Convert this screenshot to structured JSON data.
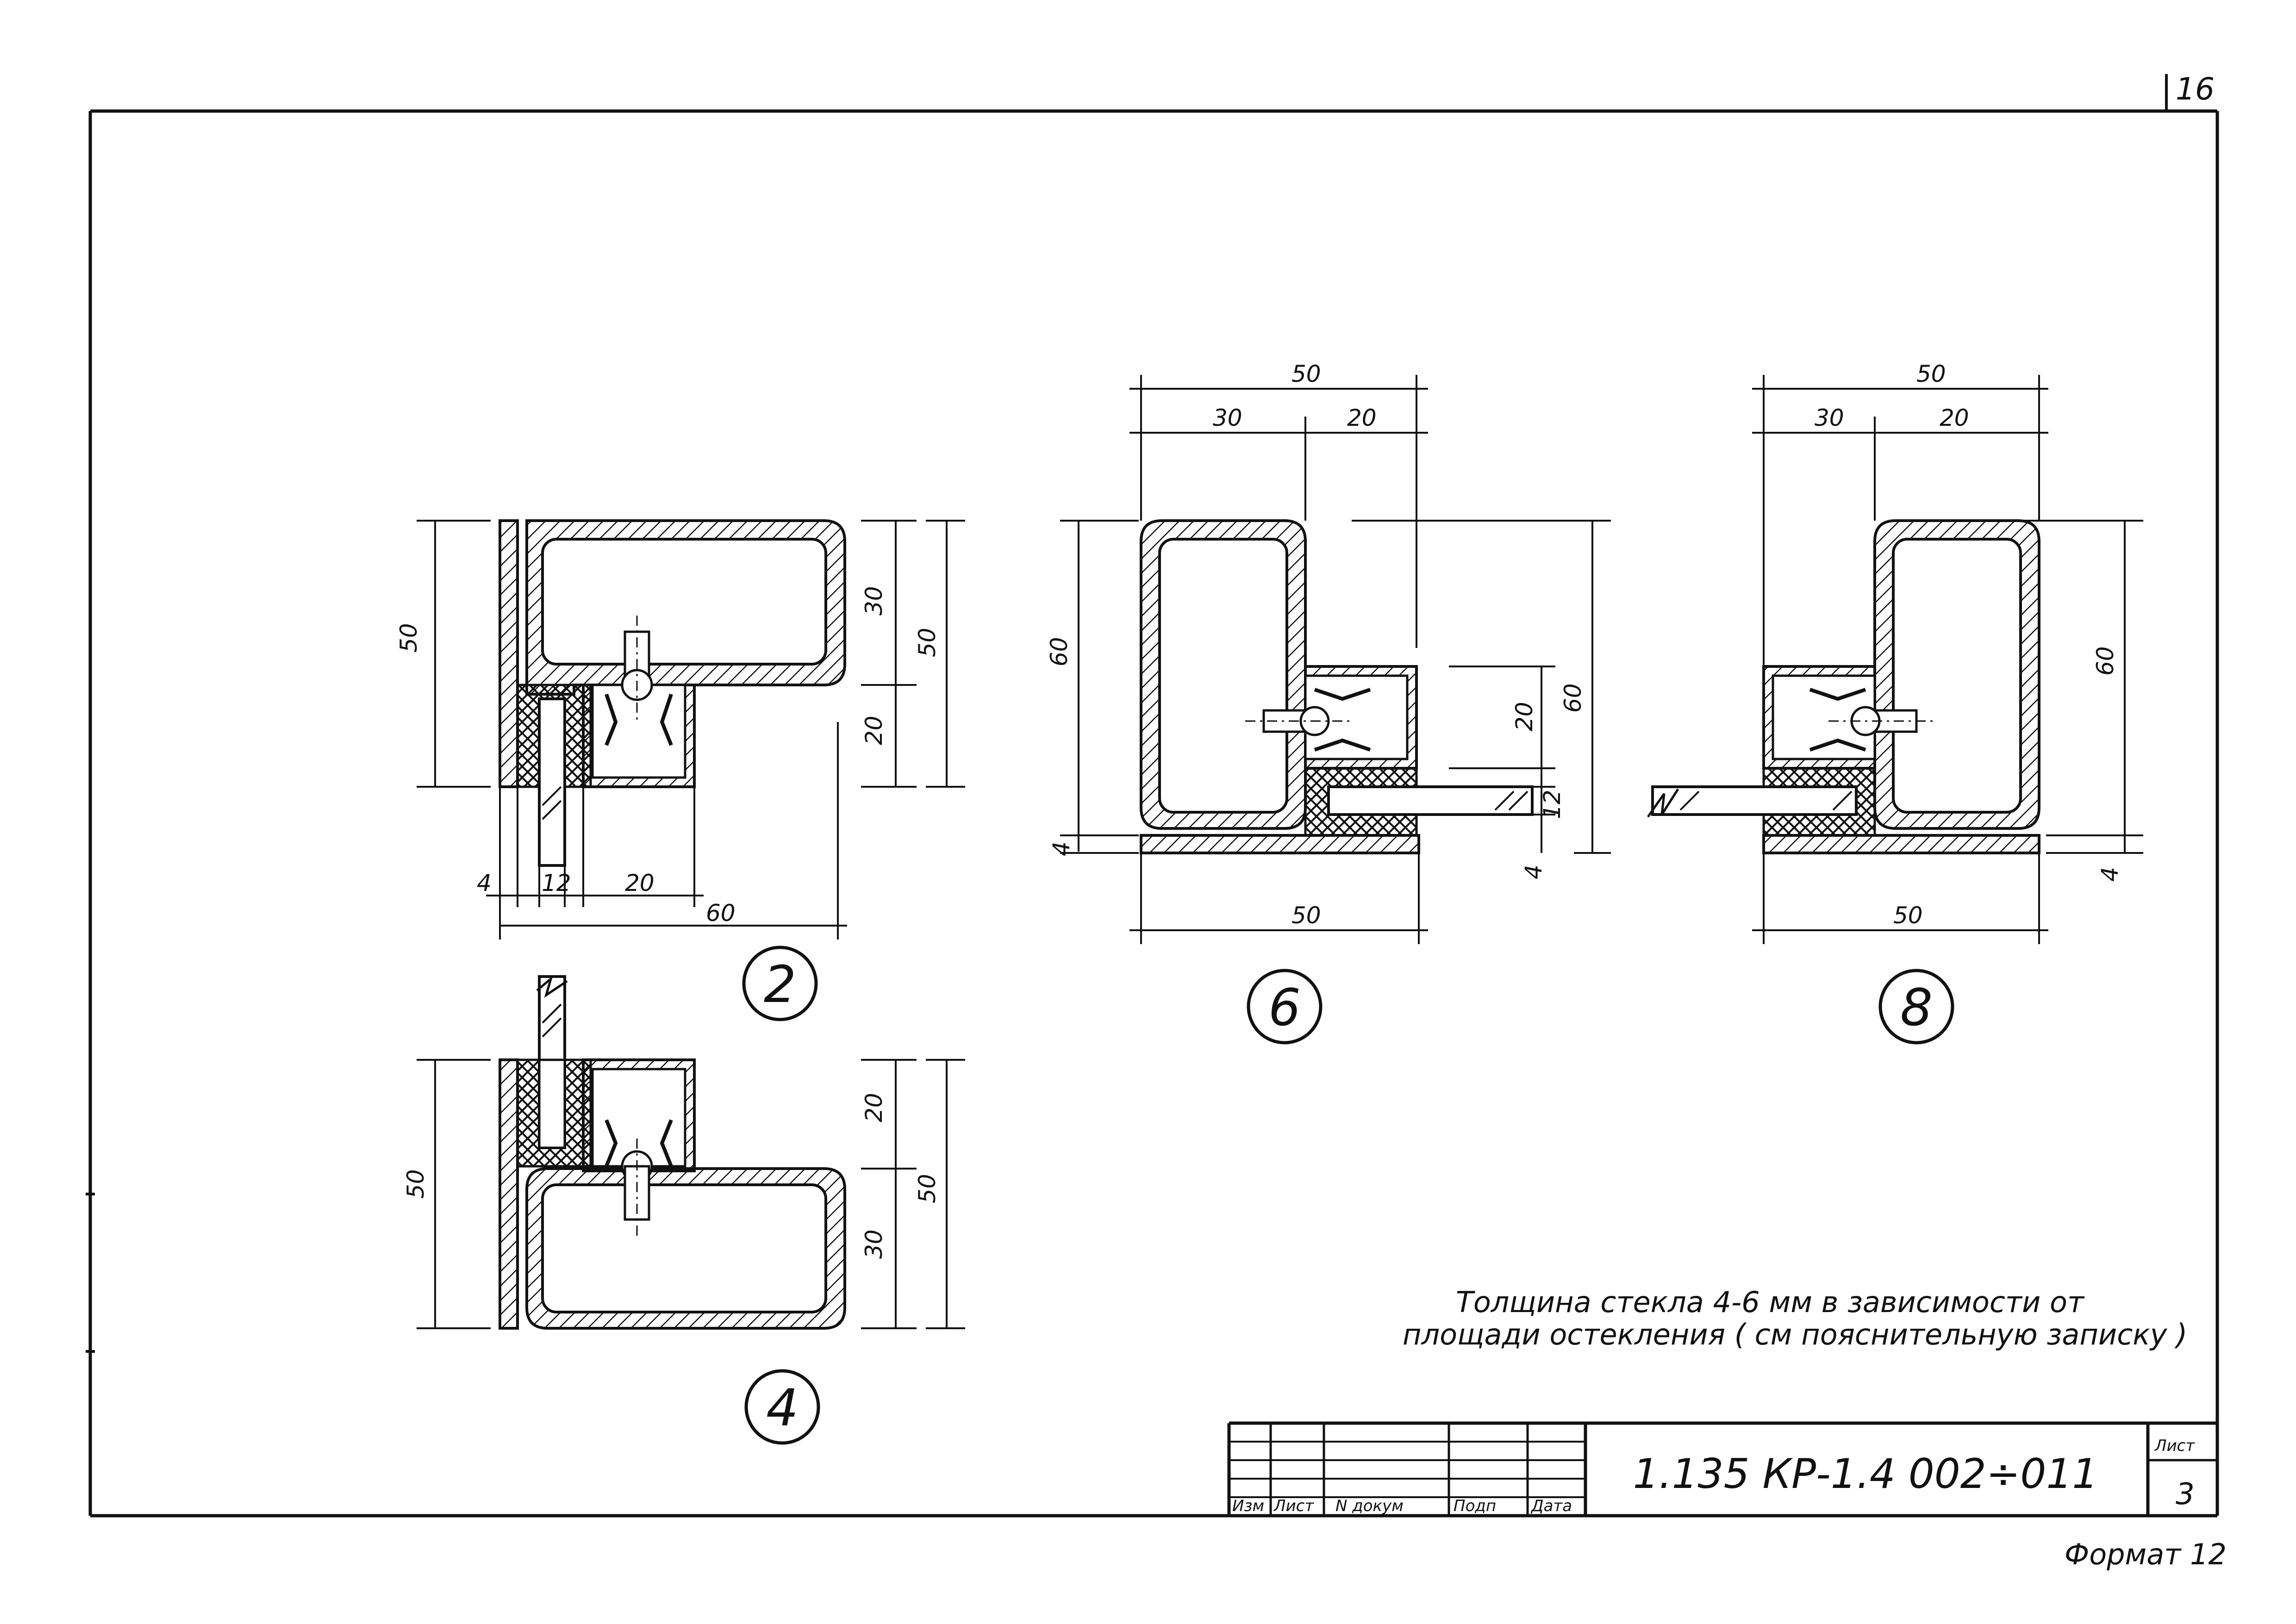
{
  "sheet": {
    "corner_page": "16",
    "format_label": "Формат 12"
  },
  "details": [
    {
      "id": "2",
      "label": "2",
      "dims": {
        "overall_height": "50",
        "upper_part": "30",
        "lower_part": "20",
        "right_height": "50",
        "glass_thickness": "4",
        "gap": "12",
        "channel_width": "20",
        "overall_width": "60"
      }
    },
    {
      "id": "4",
      "label": "4",
      "dims": {
        "overall_height": "50",
        "upper_part": "20",
        "lower_part": "30",
        "right_height": "50"
      }
    },
    {
      "id": "6",
      "label": "6",
      "dims": {
        "top_total": "50",
        "top_left": "30",
        "top_right": "20",
        "left_height": "60",
        "channel_height": "20",
        "right_height": "60",
        "glass_gap": "12",
        "base_plate": "4",
        "plate_thickness_left": "4",
        "bottom_width": "50"
      }
    },
    {
      "id": "8",
      "label": "8",
      "dims": {
        "top_total": "50",
        "top_left": "30",
        "top_right": "20",
        "right_height": "60",
        "plate_thickness": "4",
        "bottom_width": "50"
      }
    }
  ],
  "note": {
    "line1": "Толщина стекла 4-6 мм в зависимости от",
    "line2": "площади остекления ( см пояснительную записку )"
  },
  "title_block": {
    "cols": [
      "Изм",
      "Лист",
      "N докум",
      "Подп",
      "Дата"
    ],
    "document_code": "1.135 КР-1.4 002÷011",
    "sheet_label": "Лист",
    "sheet_number": "3"
  },
  "colors": {
    "ink": "#111111",
    "paper": "#ffffff"
  }
}
